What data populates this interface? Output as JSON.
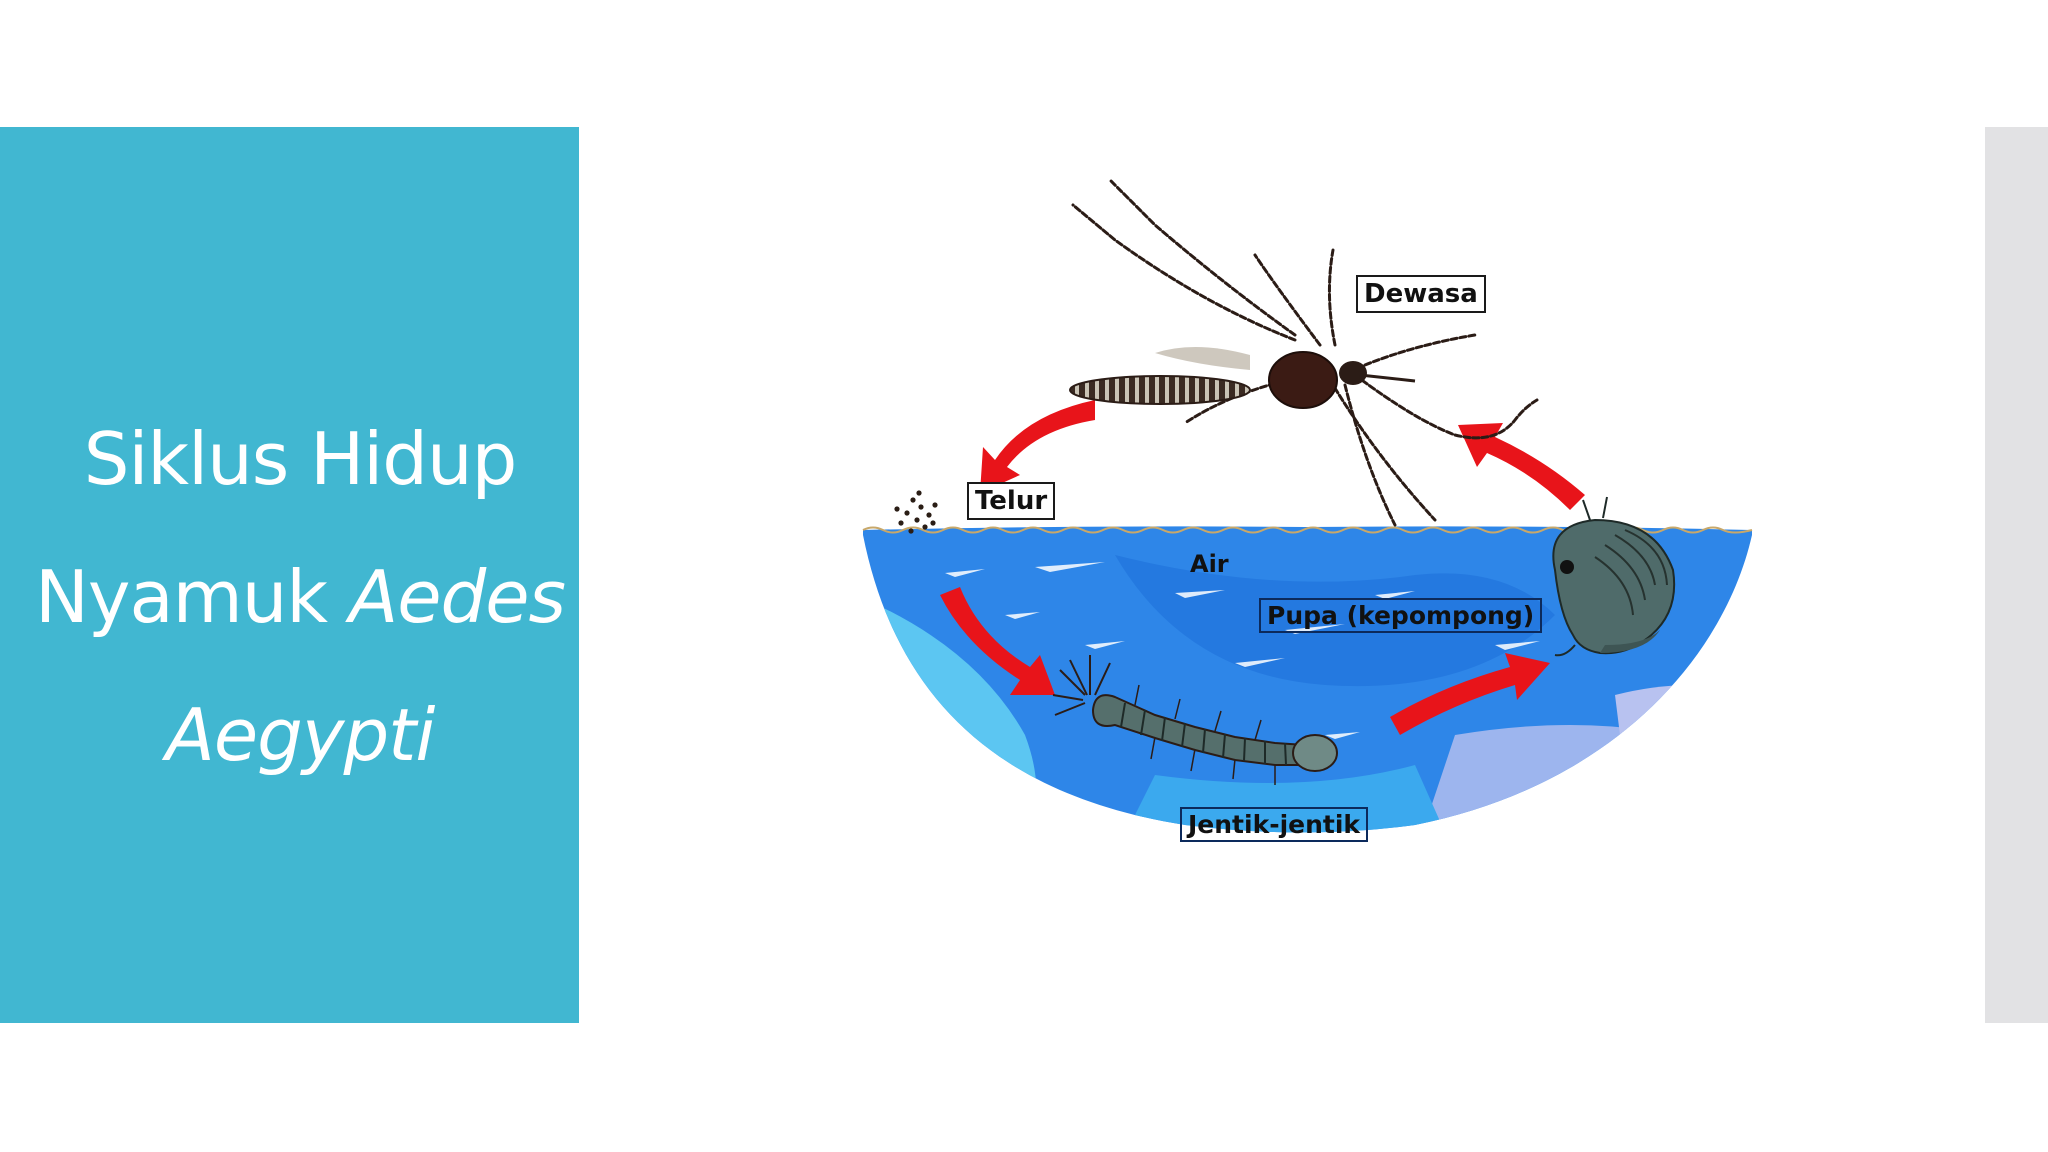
{
  "slide": {
    "title": {
      "line1": "Siklus Hidup",
      "line2_plain": "Nyamuk ",
      "line2_italic": "Aedes",
      "line3_italic": "Aegypti"
    }
  },
  "diagram": {
    "labels": {
      "adult": "Dewasa",
      "egg": "Telur",
      "water": "Air",
      "pupa": "Pupa (kepompong)",
      "larva": "Jentik-jentik"
    }
  },
  "colors": {
    "title_panel": "#41b7d1",
    "title_text": "#ffffff",
    "side_strip": "#e2e2e4",
    "water": "#2e86e8",
    "arrow": "#e8141a"
  },
  "icons": [
    "mosquito-adult-icon",
    "mosquito-eggs-icon",
    "mosquito-larva-icon",
    "mosquito-pupa-icon"
  ]
}
